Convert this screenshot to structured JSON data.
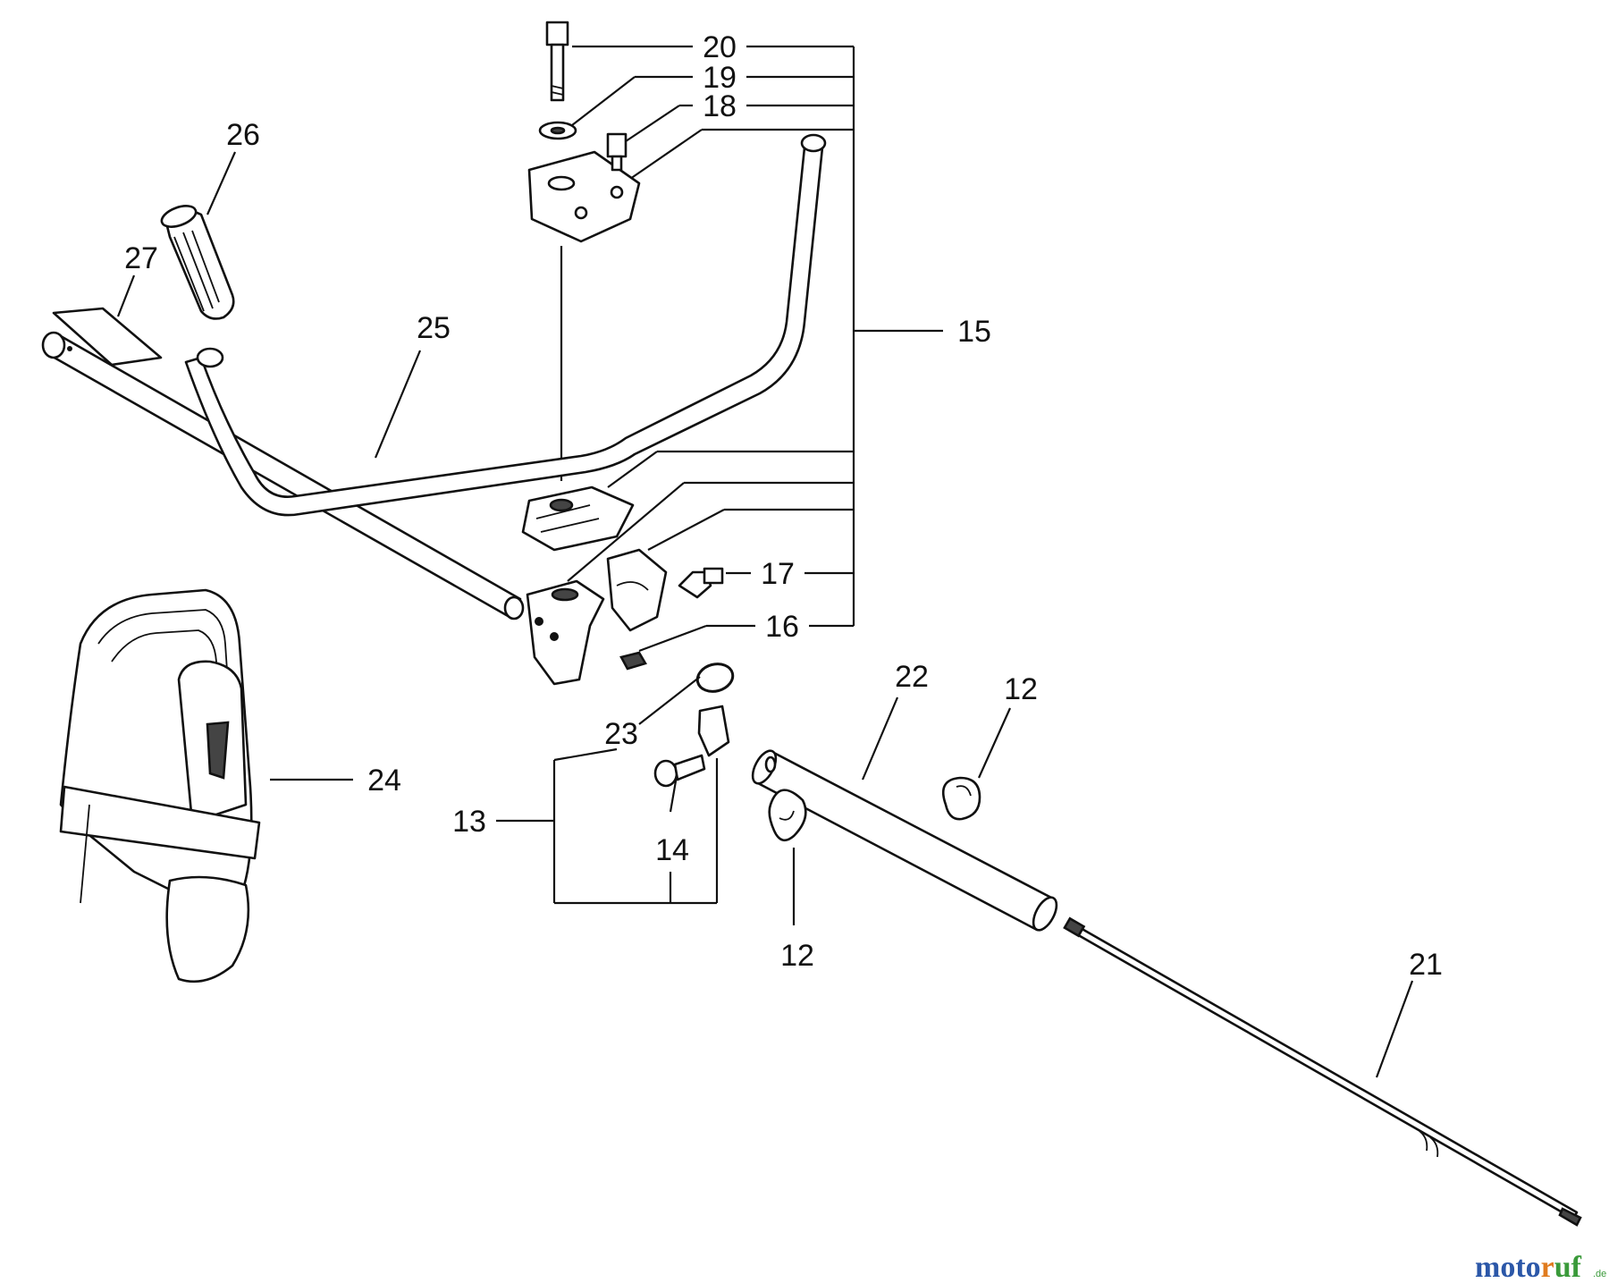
{
  "callouts": [
    {
      "id": "12a",
      "text": "12"
    },
    {
      "id": "12b",
      "text": "12"
    },
    {
      "id": "13",
      "text": "13"
    },
    {
      "id": "14",
      "text": "14"
    },
    {
      "id": "15",
      "text": "15"
    },
    {
      "id": "16",
      "text": "16"
    },
    {
      "id": "17",
      "text": "17"
    },
    {
      "id": "18",
      "text": "18"
    },
    {
      "id": "19",
      "text": "19"
    },
    {
      "id": "20",
      "text": "20"
    },
    {
      "id": "21",
      "text": "21"
    },
    {
      "id": "22",
      "text": "22"
    },
    {
      "id": "23",
      "text": "23"
    },
    {
      "id": "24",
      "text": "24"
    },
    {
      "id": "25",
      "text": "25"
    },
    {
      "id": "26",
      "text": "26"
    },
    {
      "id": "27",
      "text": "27"
    }
  ],
  "watermark": {
    "brand": "motoruf",
    "suffix": ".de",
    "colors": [
      "#2b57a8",
      "#e07b1e",
      "#3a9a3a"
    ]
  }
}
